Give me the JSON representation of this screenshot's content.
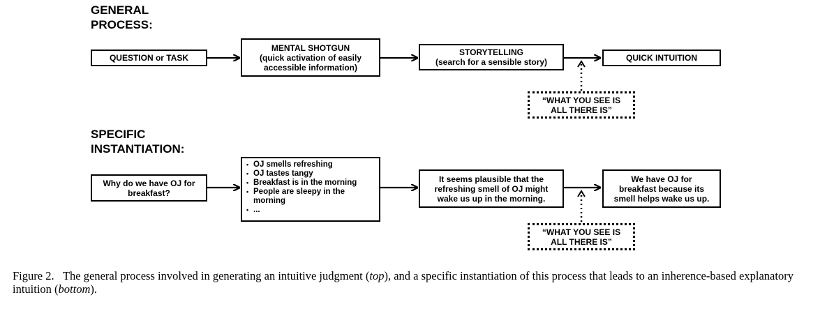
{
  "top_section": {
    "heading_line1": "GENERAL",
    "heading_line2": "PROCESS:",
    "box1": "QUESTION or TASK",
    "box2_line1": "MENTAL SHOTGUN",
    "box2_line2": "(quick activation of easily",
    "box2_line3": "accessible information)",
    "box3_line1": "STORYTELLING",
    "box3_line2": "(search for a sensible story)",
    "box4": "QUICK INTUITION",
    "note_line1": "“WHAT YOU SEE IS",
    "note_line2": "ALL THERE IS”"
  },
  "bottom_section": {
    "heading_line1": "SPECIFIC",
    "heading_line2": "INSTANTIATION:",
    "box1_line1": "Why do we have OJ for",
    "box1_line2": "breakfast?",
    "list_items": [
      "OJ smells refreshing",
      "OJ tastes tangy",
      "Breakfast is in the morning",
      "People are sleepy in the morning",
      "..."
    ],
    "box3_line1": "It seems plausible that the",
    "box3_line2": "refreshing smell of OJ might",
    "box3_line3": "wake us up in the morning.",
    "box4_line1": "We have OJ for",
    "box4_line2": "breakfast because its",
    "box4_line3": "smell helps wake us up.",
    "note_line1": "“WHAT YOU SEE IS",
    "note_line2": "ALL THERE IS”"
  },
  "caption": {
    "prefix": "Figure 2.",
    "text_part1": "The general process involved in generating an intuitive judgment (",
    "em1": "top",
    "text_part2": "), and a specific instantiation of this process that leads to an inherence-based explanatory intuition (",
    "em2": "bottom",
    "text_part3": ")."
  }
}
